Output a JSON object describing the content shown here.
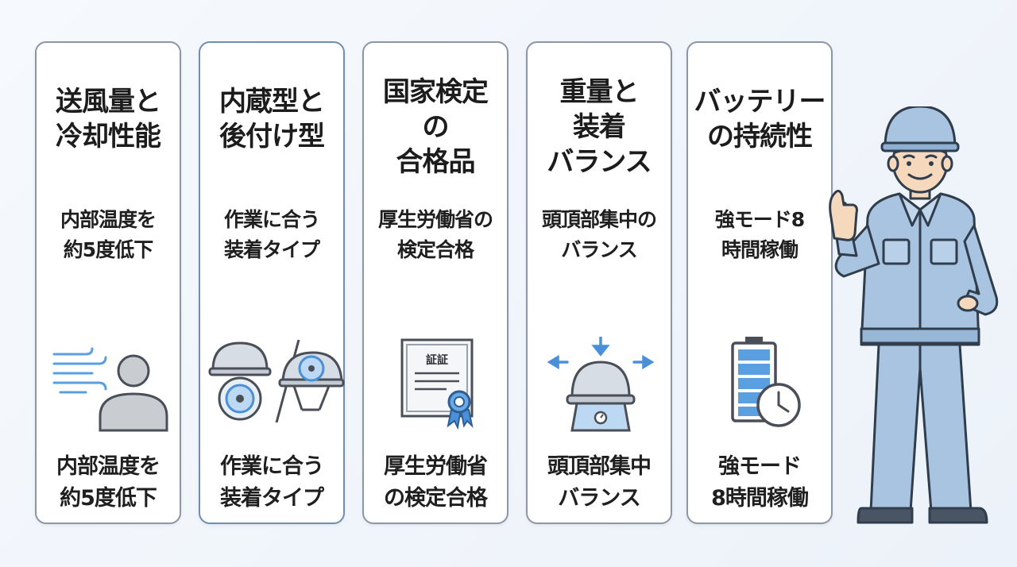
{
  "cards": [
    {
      "title": "送風量と\n冷却性能",
      "subtitle": "内部温度を\n約5度低下",
      "bottom": "内部温度を\n約5度低下",
      "icon": "wind-person-icon"
    },
    {
      "title": "内蔵型と\n後付け型",
      "subtitle": "作業に合う\n装着タイプ",
      "bottom": "作業に合う\n装着タイプ",
      "icon": "helmet-fan-icon"
    },
    {
      "title": "国家検定\nの\n合格品",
      "subtitle": "厚生労働省の\n検定合格",
      "bottom": "厚生労働省\nの検定合格",
      "icon": "certificate-icon",
      "certificate_text": "証証"
    },
    {
      "title": "重量と\n装着\nバランス",
      "subtitle": "頭頂部集中の\nバランス",
      "bottom": "頭頂部集中\nバランス",
      "icon": "helmet-scale-icon"
    },
    {
      "title": "バッテリー\nの持続性",
      "subtitle": "強モード8\n時間稼働",
      "bottom": "強モード\n8時間稼働",
      "icon": "battery-clock-icon"
    }
  ],
  "colors": {
    "accent": "#4a90d9",
    "border": "#8b97a6",
    "worker_uniform": "#a9c4e0"
  }
}
